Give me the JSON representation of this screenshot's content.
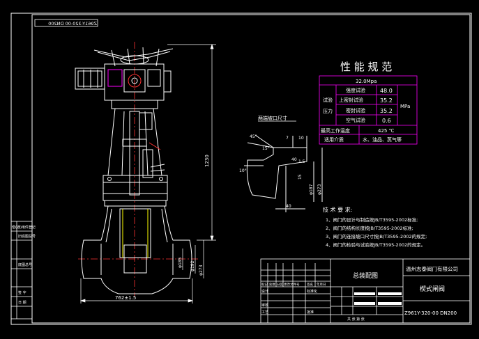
{
  "drawing_number_mirrored": "Z961Y-320-00 DN200",
  "spec": {
    "title": "性 能 规 范",
    "pressure_header": "32.0Mpa",
    "group_label_1": "试验",
    "group_label_2": "压力",
    "rows": [
      {
        "label": "强度试验",
        "value": "48.0"
      },
      {
        "label": "上密封试验",
        "value": "35.2"
      },
      {
        "label": "密封试验",
        "value": "35.2"
      },
      {
        "label": "空气试验",
        "value": "0.6"
      }
    ],
    "unit": "MPa",
    "max_temp_label": "最高工作温度",
    "max_temp_value": "425 ℃",
    "medium_label": "适用介质",
    "medium_value": "水、油品、蒸气等"
  },
  "weld_detail": {
    "title": "两端坡口尺寸",
    "dims": [
      "45°",
      "15°",
      "10",
      "10°",
      "7",
      "15",
      "40",
      "40",
      "1.5",
      "φ187",
      "φ273"
    ]
  },
  "main_dims": {
    "height": "1230",
    "length": "762±1.5",
    "bore_1": "φ185",
    "bore_2": "φ192",
    "bore_3": "φ273"
  },
  "tech_requirements": {
    "title": "技 术 要 求:",
    "items": [
      "1、阀门的设计与制造按JB/T3595-2002标准;",
      "2、阀门的结构长度按JB/T3595-2002标准;",
      "3、阀门的连接坡口尺寸按JB/T3595-2002的规定;",
      "4、阀门的检验与试验按JB/T3595-2002的规定。"
    ]
  },
  "title_block": {
    "drawing_name": "总装配图",
    "company": "温州志泰阀门有限公司",
    "product": "楔式闸阀",
    "code": "Z961Y-320-00 DN200",
    "row_labels": [
      "标记",
      "处数",
      "分区",
      "更改文件号",
      "签名",
      "年月日"
    ],
    "designer_label": "设计",
    "standard_label": "标准化",
    "review_label": "审核",
    "process_label": "工艺",
    "approve_label": "批准",
    "sheet_info": "共  张  第  张"
  },
  "left_stamp": {
    "rows": [
      "借(通)用件登记",
      "旧底图总号",
      "底图总号",
      "签 字",
      "日 期"
    ]
  }
}
